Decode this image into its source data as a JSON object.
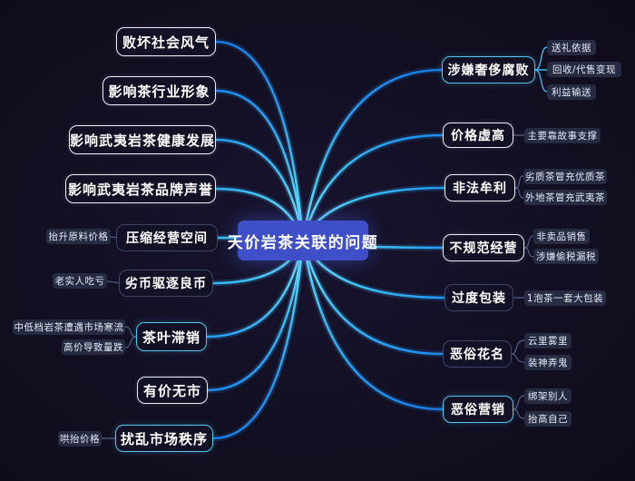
{
  "central": {
    "label": "天价岩茶关联的问题"
  },
  "left_branches": [
    {
      "label": "败坏社会风气",
      "children": []
    },
    {
      "label": "影响茶行业形象",
      "children": []
    },
    {
      "label": "影响武夷岩茶健康发展",
      "children": []
    },
    {
      "label": "影响武夷岩茶品牌声誉",
      "children": []
    },
    {
      "label": "压缩经营空间",
      "children": [
        "抬升原料价格"
      ]
    },
    {
      "label": "劣币驱逐良币",
      "children": [
        "老实人吃亏"
      ]
    },
    {
      "label": "茶叶滞销",
      "children": [
        "中低档岩茶遭遇市场寒流",
        "高价导致量跌"
      ]
    },
    {
      "label": "有价无市",
      "children": []
    },
    {
      "label": "扰乱市场秩序",
      "children": [
        "哄抬价格"
      ]
    }
  ],
  "right_branches": [
    {
      "label": "涉嫌奢侈腐败",
      "children": [
        "送礼依据",
        "回收/代售变现",
        "利益输送"
      ]
    },
    {
      "label": "价格虚高",
      "children": [
        "主要靠故事支撑"
      ]
    },
    {
      "label": "非法牟利",
      "children": [
        "劣质茶冒充优质茶",
        "外地茶冒充武夷茶"
      ]
    },
    {
      "label": "不规范经营",
      "children": [
        "非卖品销售",
        "涉嫌偷税漏税"
      ]
    },
    {
      "label": "过度包装",
      "children": [
        "1泡茶一套大包装"
      ]
    },
    {
      "label": "恶俗花名",
      "children": [
        "云里雾里",
        "装神弄鬼"
      ]
    },
    {
      "label": "恶俗营销",
      "children": [
        "绑架别人",
        "抬高自己"
      ]
    }
  ],
  "colors": {
    "background": "#120f22",
    "central_node_bg": "#3e4fc8",
    "line_cyan": "#6fe3ff",
    "line_blue": "#1261d1",
    "border_white": "#eef1f8",
    "border_cyan": "#55c8f0",
    "border_dim": "#3d4566",
    "sub_label_bg": "#262b42"
  }
}
